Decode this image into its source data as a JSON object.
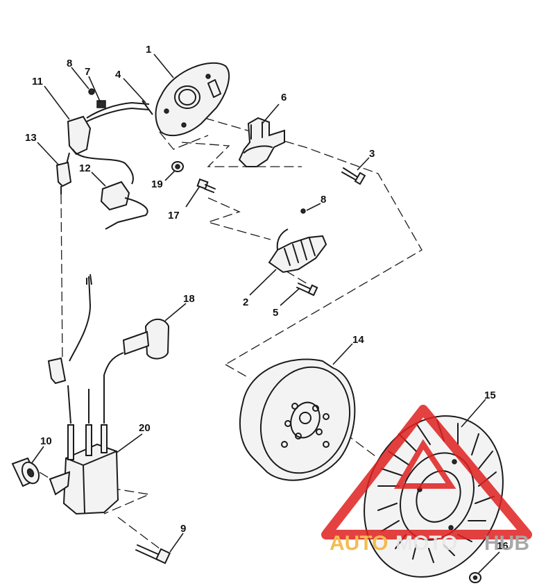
{
  "diagram": {
    "callouts": [
      "1",
      "2",
      "3",
      "4",
      "5",
      "6",
      "7",
      "8",
      "8",
      "9",
      "10",
      "11",
      "12",
      "13",
      "14",
      "15",
      "16",
      "17",
      "18",
      "19",
      "20"
    ]
  },
  "watermark": {
    "brand_left": "AUTO",
    "brand_mid": "MOTO",
    "brand_right": "HUB",
    "colors": {
      "triangle": "#e02020",
      "left": "#f2b233",
      "mid": "#e8e8e8",
      "right": "#9a9a9a"
    }
  }
}
